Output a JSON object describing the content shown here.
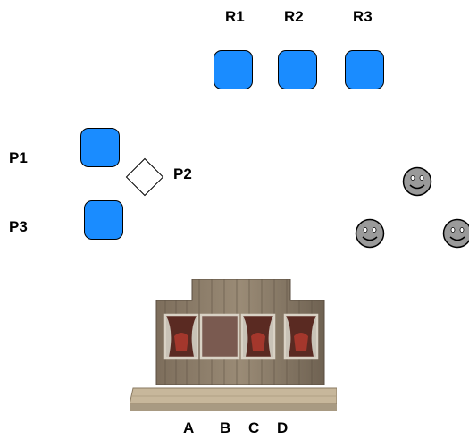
{
  "reviewers": {
    "r1": "R1",
    "r2": "R2",
    "r3": "R3"
  },
  "panel": {
    "p1": "P1",
    "p2": "P2",
    "p3": "P3"
  },
  "stage_labels": {
    "a": "A",
    "b": "B",
    "c": "C",
    "d": "D"
  },
  "colors": {
    "seat_fill": "#1a8cff",
    "audience_face": "#9a9a9a",
    "stage_wood": "#8a7a66"
  },
  "icons": {
    "audience": "smiley-face-icon",
    "panel_center": "diamond-marker-icon"
  }
}
